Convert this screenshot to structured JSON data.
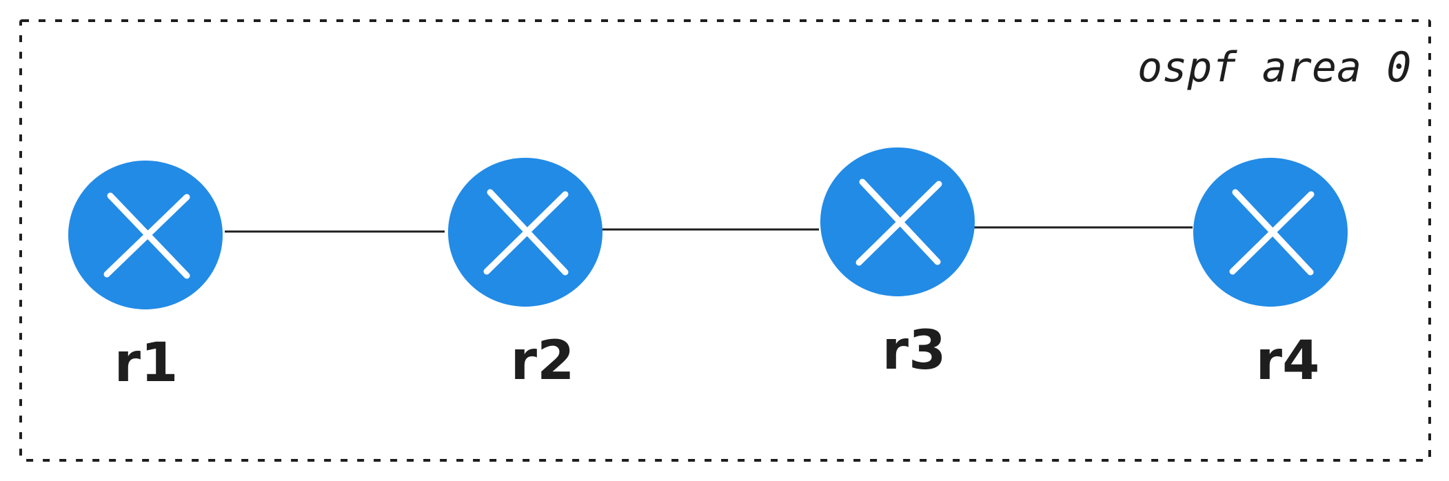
{
  "area": {
    "label": "ospf area 0"
  },
  "routers": [
    {
      "id": "r1",
      "label": "r1"
    },
    {
      "id": "r2",
      "label": "r2"
    },
    {
      "id": "r3",
      "label": "r3"
    },
    {
      "id": "r4",
      "label": "r4"
    }
  ],
  "links": [
    {
      "from": "r1",
      "to": "r2"
    },
    {
      "from": "r2",
      "to": "r3"
    },
    {
      "from": "r3",
      "to": "r4"
    }
  ],
  "colors": {
    "router_fill": "#228be6",
    "router_cross": "#ffffff",
    "link": "#1e1e1e",
    "area_border": "#1e1e1e",
    "text": "#1e1e1e"
  },
  "icons": {
    "router": "router-icon"
  }
}
